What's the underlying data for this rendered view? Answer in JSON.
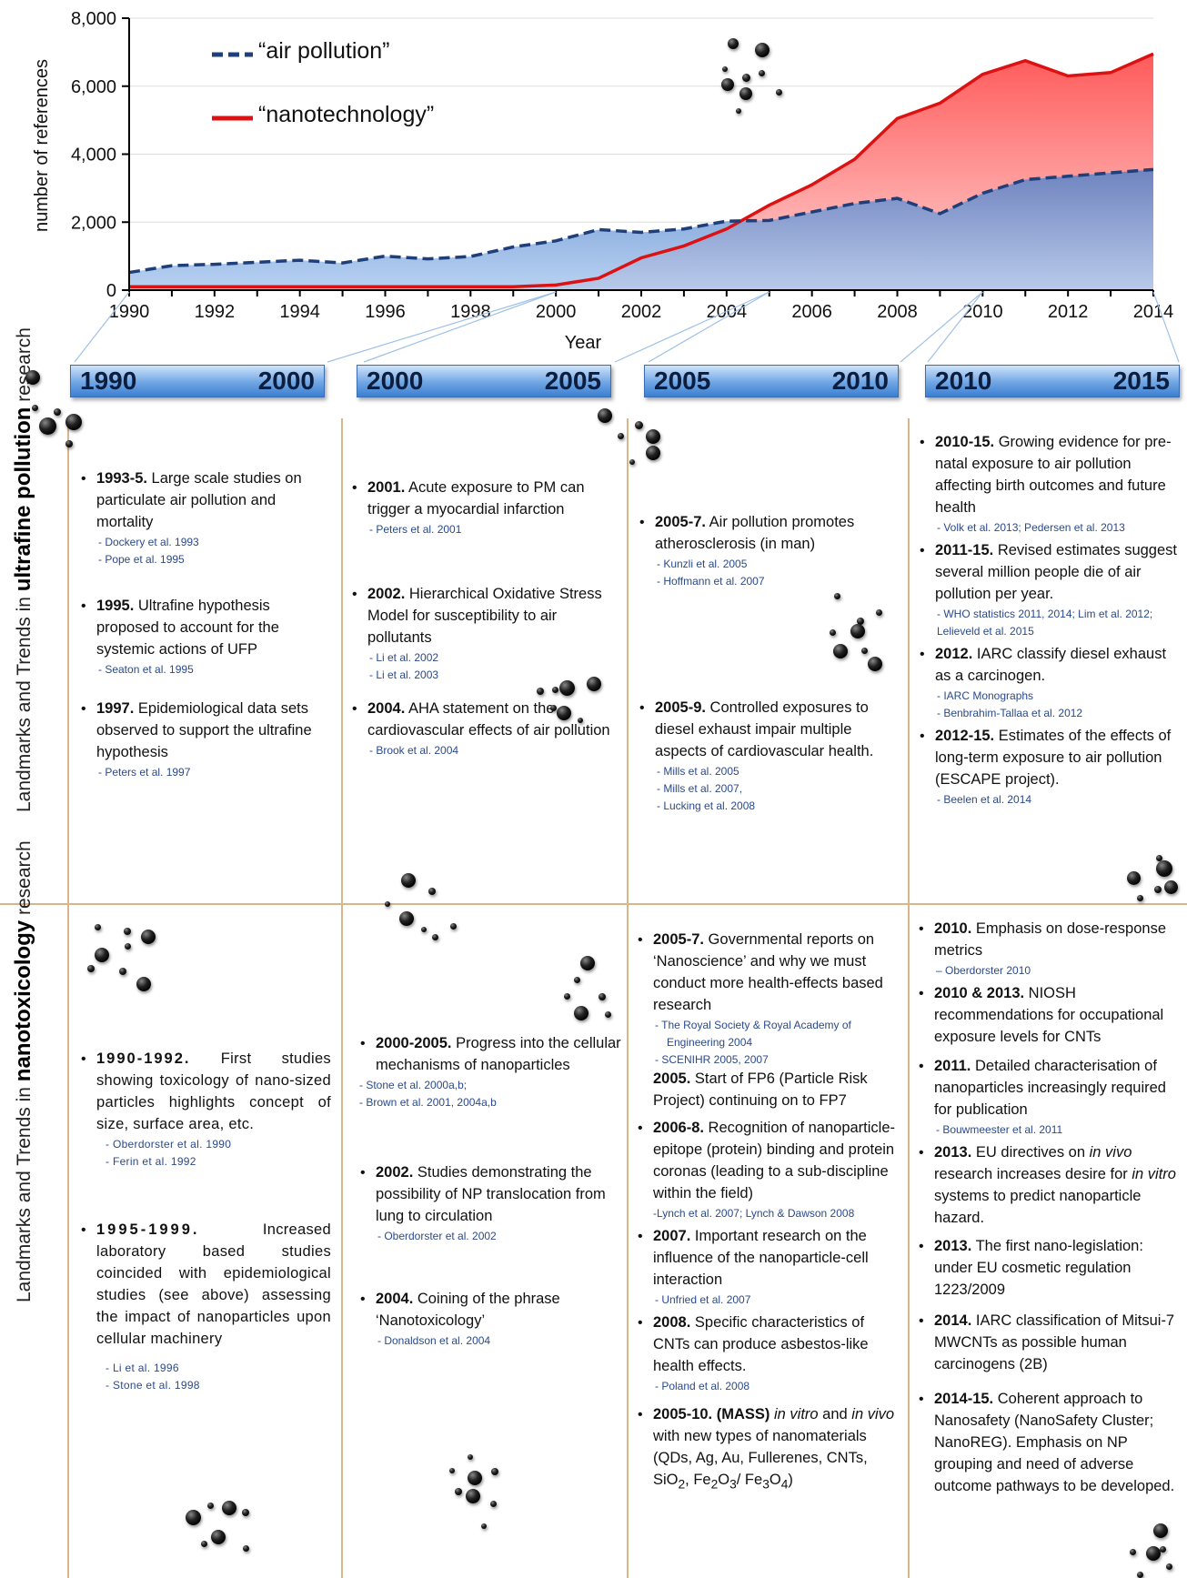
{
  "chart_data": {
    "type": "area",
    "x": [
      1990,
      1991,
      1992,
      1993,
      1994,
      1995,
      1996,
      1997,
      1998,
      1999,
      2000,
      2001,
      2002,
      2003,
      2004,
      2005,
      2006,
      2007,
      2008,
      2009,
      2010,
      2011,
      2012,
      2013,
      2014
    ],
    "series": [
      {
        "name": "“air pollution”",
        "style": "dashed",
        "color": "#1f3f7a",
        "fill": "#6a9fe0",
        "values": [
          520,
          720,
          760,
          820,
          880,
          800,
          1000,
          920,
          990,
          1270,
          1450,
          1780,
          1700,
          1800,
          2030,
          2050,
          2300,
          2550,
          2700,
          2250,
          2850,
          3250,
          3350,
          3450,
          3550
        ]
      },
      {
        "name": "“nanotechnology”",
        "style": "solid",
        "color": "#dd1111",
        "fill": "#ff6a6a",
        "values": [
          100,
          100,
          100,
          100,
          100,
          100,
          100,
          100,
          100,
          100,
          150,
          350,
          950,
          1300,
          1800,
          2500,
          3100,
          3850,
          5050,
          5500,
          6350,
          6750,
          6300,
          6400,
          6950
        ]
      }
    ],
    "xlabel": "Year",
    "ylabel": "number of references",
    "ylim": [
      0,
      8000
    ],
    "yticks": [
      "0",
      "2,000",
      "4,000",
      "6,000",
      "8,000"
    ],
    "xticks": [
      "1990",
      "1992",
      "1994",
      "1996",
      "1998",
      "2000",
      "2002",
      "2004",
      "2006",
      "2008",
      "2010",
      "2012",
      "2014"
    ],
    "grid": true,
    "legend_position": "top-left"
  },
  "periods": [
    {
      "start": "1990",
      "end": "2000"
    },
    {
      "start": "2000",
      "end": "2005"
    },
    {
      "start": "2005",
      "end": "2010"
    },
    {
      "start": "2010",
      "end": "2015"
    }
  ],
  "row_labels": {
    "top_prefix": "Landmarks and Trends in ",
    "top_bold": "ultrafine pollution",
    "top_suffix": " research",
    "bottom_prefix": "Landmarks and Trends in ",
    "bottom_bold": "nanotoxicology",
    "bottom_suffix": " research"
  },
  "ufp": {
    "c1": [
      {
        "year": "1993-5.",
        "text": " Large scale studies on particulate air pollution and mortality",
        "refs": [
          "- Dockery et al. 1993",
          "- Pope et al. 1995"
        ]
      },
      {
        "year": "1995.",
        "text": " Ultrafine hypothesis proposed to account for the systemic actions of UFP",
        "refs": [
          "- Seaton et al. 1995"
        ]
      },
      {
        "year": "1997.",
        "text": " Epidemiological data sets observed to support the ultrafine hypothesis",
        "refs": [
          "- Peters et al. 1997"
        ]
      }
    ],
    "c2": [
      {
        "year": "2001.",
        "text": " Acute exposure to PM can trigger a myocardial infarction",
        "refs": [
          "- Peters et al. 2001"
        ]
      },
      {
        "year": "2002.",
        "text": " Hierarchical Oxidative Stress Model for susceptibility to air pollutants",
        "refs": [
          "- Li et al. 2002",
          "- Li et al. 2003"
        ]
      },
      {
        "year": "2004.",
        "text": " AHA statement on the cardiovascular effects of air pollution",
        "refs": [
          "- Brook et al. 2004"
        ]
      }
    ],
    "c3": [
      {
        "year": "2005-7.",
        "text": " Air pollution promotes atherosclerosis (in man)",
        "refs": [
          "- Kunzli et al. 2005",
          "- Hoffmann et al. 2007"
        ]
      },
      {
        "year": "2005-9.",
        "text": " Controlled exposures to diesel exhaust impair multiple aspects of cardiovascular health.",
        "refs": [
          "- Mills et al. 2005",
          "- Mills et al. 2007,",
          "- Lucking et al. 2008"
        ]
      }
    ],
    "c4": [
      {
        "year": "2010-15.",
        "text": " Growing evidence for pre-natal exposure to air pollution affecting birth outcomes and future health",
        "refs": [
          "- Volk et al. 2013; Pedersen et al. 2013"
        ]
      },
      {
        "year": "2011-15.",
        "text": " Revised estimates suggest several million people die of air pollution per year.",
        "refs": [
          "- WHO statistics 2011, 2014; Lim et al. 2012; Lelieveld et al. 2015"
        ]
      },
      {
        "year": "2012.",
        "text": " IARC classify diesel exhaust as a carcinogen.",
        "refs": [
          "- IARC Monographs",
          "- Benbrahim-Tallaa et al. 2012"
        ]
      },
      {
        "year": "2012-15.",
        "text": " Estimates of the effects of long-term exposure to air pollution (ESCAPE project).",
        "refs": [
          "- Beelen et al. 2014"
        ]
      }
    ]
  },
  "nano": {
    "c1": [
      {
        "year": "1990-1992.",
        "text": " First studies showing toxicology of nano-sized particles highlights concept of size, surface area, etc.",
        "refs": [
          "Oberdorster et al. 1990",
          "Ferin et al. 1992"
        ]
      },
      {
        "year": "1995-1999.",
        "text": " Increased laboratory based studies coincided with epidemiological studies (see above) assessing the impact of nanoparticles upon cellular machinery",
        "refs": [
          "Li et al. 1996",
          "Stone et al. 1998"
        ]
      }
    ],
    "c2": [
      {
        "year": "2000-2005.",
        "text": " Progress into the cellular mechanisms of nanoparticles",
        "refs": [
          "Stone et al. 2000a,b;",
          "Brown et al. 2001, 2004a,b"
        ]
      },
      {
        "year": "2002.",
        "text": " Studies demonstrating the possibility of NP translocation from lung to circulation",
        "refs": [
          "- Oberdorster et al. 2002"
        ]
      },
      {
        "year": "2004.",
        "text": " Coining of the phrase ‘Nanotoxicology’",
        "refs": [
          "- Donaldson et al. 2004"
        ]
      }
    ],
    "c3": {
      "i1": {
        "year": "2005-7.",
        "text": " Governmental reports on ‘Nanoscience’ and why we must conduct more health-effects based research",
        "refs": [
          "The Royal Society & Royal Academy of Engineering 2004",
          "SCENIHR 2005, 2007"
        ]
      },
      "extra": {
        "year": "2005.",
        "text": " Start of FP6 (Particle Risk Project) continuing on to FP7"
      },
      "i2": {
        "year": "2006-8.",
        "text": " Recognition of nanoparticle-epitope (protein) binding and protein coronas (leading to a sub-discipline within the field)",
        "refs": [
          "-Lynch et al. 2007; Lynch & Dawson 2008"
        ]
      },
      "i3": {
        "year": "2007.",
        "text": " Important research on the influence of the nanoparticle-cell interaction",
        "refs": [
          "- Unfried et al. 2007"
        ]
      },
      "i4": {
        "year": "2008.",
        "text": " Specific characteristics of CNTs can produce asbestos-like health effects.",
        "refs": [
          "- Poland et al. 2008"
        ]
      },
      "i5": {
        "year": "2005-10. (MASS)",
        "t1": " in vitro",
        "t2": " and ",
        "t3": "in vivo",
        "t4": " with new types of nanomaterials (QDs, Ag, Au, Fullerenes, CNTs, SiO",
        "t5": "2",
        "t6": ", Fe",
        "t7": "2",
        "t8": "O",
        "t9": "3",
        "t10": "/ Fe",
        "t11": "3",
        "t12": "O",
        "t13": "4",
        "t14": ")"
      }
    },
    "c4": {
      "i1": {
        "year": "2010.",
        "text": " Emphasis on dose-response metrics",
        "refs": [
          "– Oberdorster 2010"
        ]
      },
      "i2": {
        "year": "2010 & 2013.",
        "text": " NIOSH recommendations for occupational exposure levels for CNTs"
      },
      "i3": {
        "year": "2011.",
        "text": " Detailed characterisation of nanoparticles increasingly required for publication",
        "refs": [
          "- Bouwmeester et al. 2011"
        ]
      },
      "i4": {
        "year": "2013.",
        "a": " EU directives on ",
        "b": "in vivo",
        "c": " research increases desire for ",
        "d": "in vitro",
        "e": " systems to predict nanoparticle hazard."
      },
      "i5": {
        "year": "2013.",
        "text": " The first nano-legislation: under EU cosmetic regulation 1223/2009"
      },
      "i6": {
        "year": "2014.",
        "text": " IARC classification of Mitsui-7 MWCNTs as possible human carcinogens (2B)"
      },
      "i7": {
        "year": "2014-15.",
        "text": " Coherent approach to Nanosafety (NanoSafety Cluster; NanoREG). Emphasis on NP grouping and need of adverse outcome pathways to be developed."
      }
    }
  }
}
